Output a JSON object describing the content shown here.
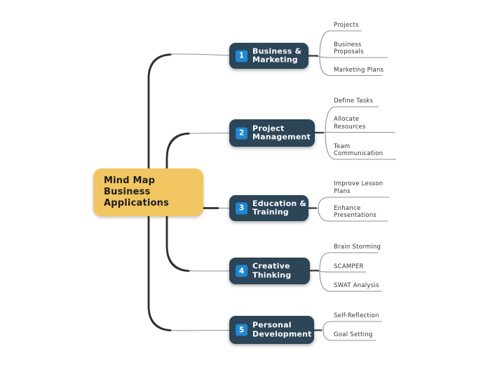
{
  "diagram": {
    "type": "mind-map",
    "background": "#ffffff"
  },
  "palette": {
    "root_fill": "#F1C660",
    "root_text": "#1d1d1d",
    "branch_fill": "#2C4557",
    "branch_text": "#ffffff",
    "badge_fill": "#1E87D2",
    "badge_text": "#ffffff",
    "leaf_text": "#333333",
    "connector_thin": "#8f8f8f",
    "connector_thick": "#2e2e2e"
  },
  "root": {
    "label": "Mind Map\nBusiness\nApplications"
  },
  "branches": [
    {
      "number": "1",
      "label": "Business &\nMarketing",
      "leaves": [
        {
          "label": "Projects"
        },
        {
          "label": "Business\nProposals"
        },
        {
          "label": "Marketing Plans"
        }
      ]
    },
    {
      "number": "2",
      "label": "Project\nManagement",
      "leaves": [
        {
          "label": "Define Tasks"
        },
        {
          "label": "Allocate\nResources"
        },
        {
          "label": "Team\nCommunication"
        }
      ]
    },
    {
      "number": "3",
      "label": "Education &\nTraining",
      "leaves": [
        {
          "label": "Improve Lesson\nPlans"
        },
        {
          "label": "Enhance\nPresentations"
        }
      ]
    },
    {
      "number": "4",
      "label": "Creative\nThinking",
      "leaves": [
        {
          "label": "Brain Storming"
        },
        {
          "label": "SCAMPER"
        },
        {
          "label": "SWAT Analysis"
        }
      ]
    },
    {
      "number": "5",
      "label": "Personal\nDevelopment",
      "leaves": [
        {
          "label": "Self-Reflection"
        },
        {
          "label": "Goal Setting"
        }
      ]
    }
  ]
}
